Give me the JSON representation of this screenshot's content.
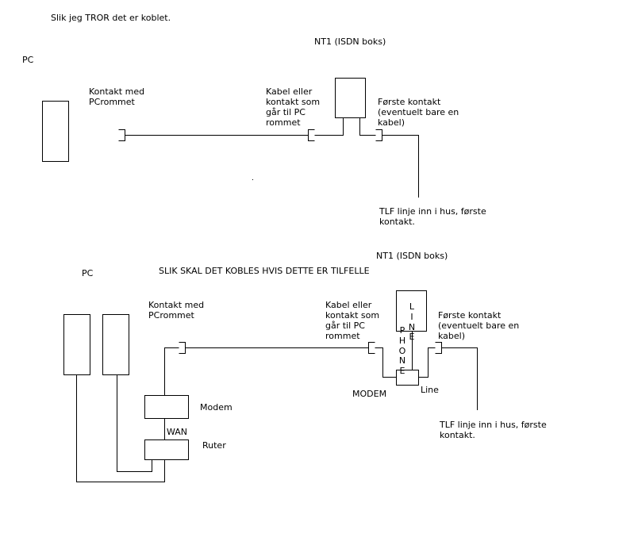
{
  "top": {
    "title": "Slik jeg TROR det er koblet.",
    "pc_label": "PC",
    "nt1_label": "NT1 (ISDN boks)",
    "wall_socket_label": [
      "Kontakt med",
      "PCrommet"
    ],
    "cable_label": [
      "Kabel eller",
      "kontakt som",
      "går til PC",
      "rommet"
    ],
    "first_socket_label": [
      "Første kontakt",
      "(eventuelt bare en",
      "kabel)"
    ],
    "phone_line_label": [
      "TLF linje inn i hus, første",
      "kontakt."
    ]
  },
  "bottom": {
    "title": "SLIK SKAL DET KOBLES HVIS DETTE ER TILFELLE",
    "pc_label": "PC",
    "nt1_label": "NT1 (ISDN boks)",
    "wall_socket_label": [
      "Kontakt med",
      "PCrommet"
    ],
    "cable_label": [
      "Kabel eller",
      "kontakt som",
      "går til PC",
      "rommet"
    ],
    "first_socket_label": [
      "Første kontakt",
      "(eventuelt bare en",
      "kabel)"
    ],
    "phone_line_label": [
      "TLF linje inn i hus, første",
      "kontakt."
    ],
    "modem_label": "Modem",
    "wan_label": "WAN",
    "router_label": "Ruter",
    "modem_caps_label": "MODEM",
    "line_port_label": "Line",
    "vertical_line": "LINE",
    "vertical_phone": "PHONE"
  }
}
